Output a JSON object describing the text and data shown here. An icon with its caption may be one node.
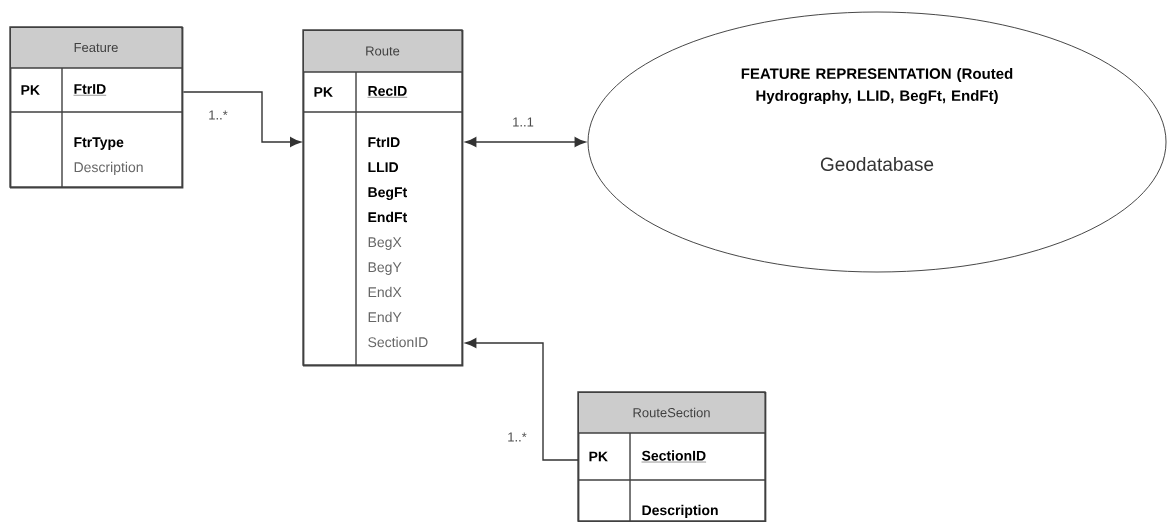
{
  "diagram": {
    "nodes": [
      {
        "text": [
          "Feature",
          "PK",
          "FtrID",
          "FtrType",
          "Description"
        ]
      },
      {
        "text": [
          "Route",
          "PK",
          "RecID",
          "FtrID",
          "LLID",
          "BegFt",
          "EndFt",
          "BegX",
          "BegY",
          "EndX",
          "EndY",
          "SectionID"
        ]
      },
      {
        "text": [
          "FEATURE REPRESENTATION (Routed Hydrography, LLID, BegFt, EndFt)",
          "Geodatabase"
        ]
      },
      {
        "text": [
          "RouteSection",
          "PK",
          "SectionID",
          "Description"
        ]
      }
    ],
    "edges": [
      {
        "from": 0,
        "to": 1,
        "arrow": "to",
        "label": "1..*"
      },
      {
        "from": 1,
        "to": 2,
        "arrow": "both",
        "label": "1..1"
      },
      {
        "from": 3,
        "to": 1,
        "arrow": "to",
        "label": "1..*"
      }
    ]
  }
}
